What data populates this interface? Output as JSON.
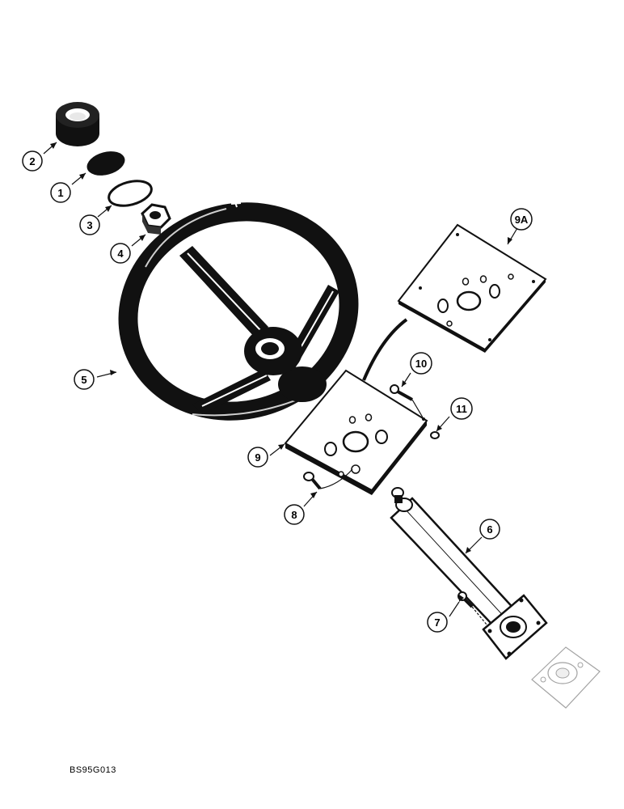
{
  "callouts": {
    "c1": "1",
    "c2": "2",
    "c3": "3",
    "c4": "4",
    "c5": "5",
    "c6": "6",
    "c7": "7",
    "c8": "8",
    "c9": "9",
    "c9a": "9A",
    "c10": "10",
    "c11": "11"
  },
  "reference_code": "BS95G013"
}
